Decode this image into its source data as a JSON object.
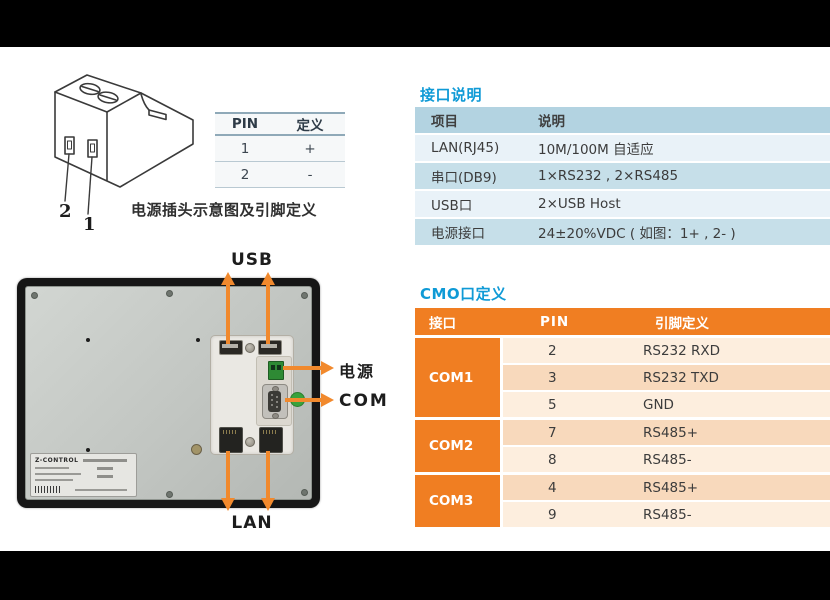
{
  "colors": {
    "accent_blue": "#0f9ad6",
    "accent_orange": "#f07e22",
    "arrow_orange": "#f1892d",
    "table_blue_header": "#b3d3e1",
    "table_blue_light": "#e9f2f8",
    "table_blue_mid": "#c6dfe9",
    "table_orange_light": "#fdeede",
    "table_orange_dark": "#f8d9bc",
    "green_indicator": "#39a23c"
  },
  "power_plug": {
    "caption": "电源插头示意图及引脚定义",
    "pin2_label": "2",
    "pin1_label": "1",
    "table": {
      "headers": [
        "PIN",
        "定义"
      ],
      "rows": [
        [
          "1",
          "+"
        ],
        [
          "2",
          "-"
        ]
      ]
    }
  },
  "interface_section": {
    "title": "接口说明",
    "headers": [
      "项目",
      "说明"
    ],
    "rows": [
      [
        "LAN(RJ45)",
        "10M/100M 自适应"
      ],
      [
        "串口(DB9)",
        "1×RS232 , 2×RS485"
      ],
      [
        "USB口",
        "2×USB Host"
      ],
      [
        "电源接口",
        "24±20%VDC ( 如图：1+ , 2- )"
      ]
    ]
  },
  "com_section": {
    "title": "CMO口定义",
    "headers": [
      "接口",
      "PIN",
      "引脚定义"
    ],
    "groups": [
      {
        "name": "COM1",
        "pins": [
          {
            "pin": "2",
            "def": "RS232 RXD"
          },
          {
            "pin": "3",
            "def": "RS232 TXD"
          },
          {
            "pin": "5",
            "def": "GND"
          }
        ]
      },
      {
        "name": "COM2",
        "pins": [
          {
            "pin": "7",
            "def": "RS485+"
          },
          {
            "pin": "8",
            "def": "RS485-"
          }
        ]
      },
      {
        "name": "COM3",
        "pins": [
          {
            "pin": "4",
            "def": "RS485+"
          },
          {
            "pin": "9",
            "def": "RS485-"
          }
        ]
      }
    ]
  },
  "device": {
    "labels": {
      "usb": "USB",
      "power": "电源",
      "com": "COM",
      "lan": "LAN"
    },
    "sticker_brand": "Z-CONTROL"
  }
}
